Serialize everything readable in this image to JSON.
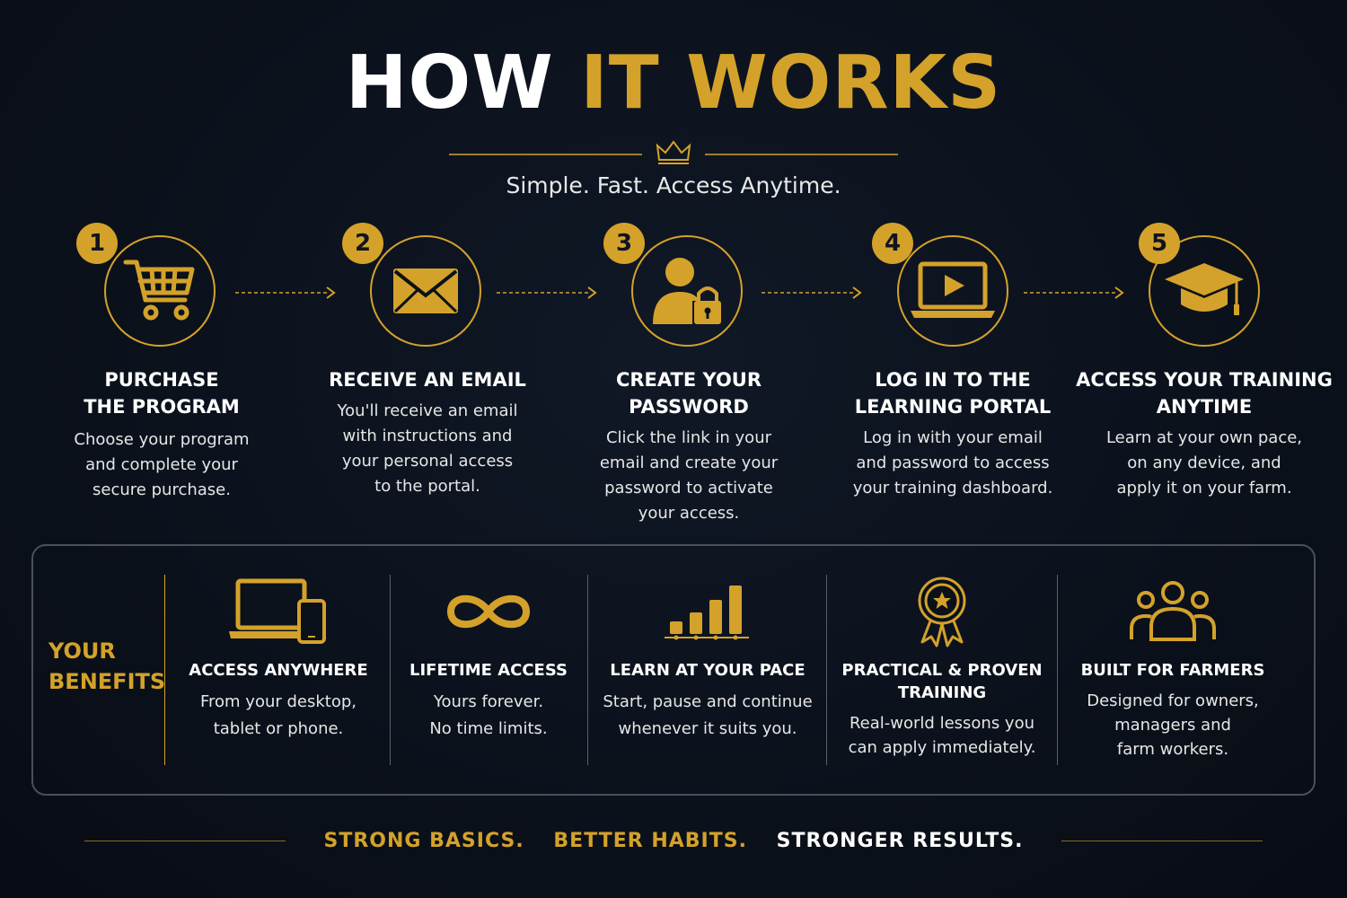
{
  "header": {
    "title_white": "HOW",
    "title_gold": "IT WORKS",
    "subtitle": "Simple. Fast. Access Anytime."
  },
  "steps": [
    {
      "number": "1",
      "icon": "shopping-cart-icon",
      "title": "PURCHASE\nTHE PROGRAM",
      "description": "Choose your program\nand complete your\nsecure purchase."
    },
    {
      "number": "2",
      "icon": "envelope-icon",
      "title": "RECEIVE AN EMAIL",
      "description": "You'll receive an email\nwith instructions and\nyour personal access\nto the portal."
    },
    {
      "number": "3",
      "icon": "user-lock-icon",
      "title": "CREATE YOUR\nPASSWORD",
      "description": "Click the link in your\nemail and create your\npassword to activate\nyour access."
    },
    {
      "number": "4",
      "icon": "laptop-play-icon",
      "title": "LOG IN TO THE\nLEARNING PORTAL",
      "description": "Log in with your email\nand password to access\nyour training dashboard."
    },
    {
      "number": "5",
      "icon": "graduation-cap-icon",
      "title": "ACCESS YOUR TRAINING\nANYTIME",
      "description": "Learn at your own pace,\non any device, and\napply it on your farm."
    }
  ],
  "benefits": {
    "label": "YOUR\nBENEFITS",
    "items": [
      {
        "icon": "devices-icon",
        "title": "ACCESS ANYWHERE",
        "description": "From your desktop,\ntablet or phone."
      },
      {
        "icon": "infinity-icon",
        "title": "LIFETIME ACCESS",
        "description": "Yours forever.\nNo time limits."
      },
      {
        "icon": "bar-chart-icon",
        "title": "LEARN AT YOUR PACE",
        "description": "Start, pause and continue\nwhenever it suits you."
      },
      {
        "icon": "award-ribbon-icon",
        "title": "PRACTICAL & PROVEN\nTRAINING",
        "description": "Real-world lessons you\ncan apply immediately."
      },
      {
        "icon": "people-group-icon",
        "title": "BUILT FOR FARMERS",
        "description": "Designed for owners,\nmanagers and\nfarm workers."
      }
    ]
  },
  "footer": {
    "part1": "STRONG BASICS.",
    "part2": "BETTER HABITS.",
    "part3": "STRONGER RESULTS."
  },
  "colors": {
    "accent": "#d4a22a",
    "background": "#0b111b",
    "text": "#ffffff"
  }
}
